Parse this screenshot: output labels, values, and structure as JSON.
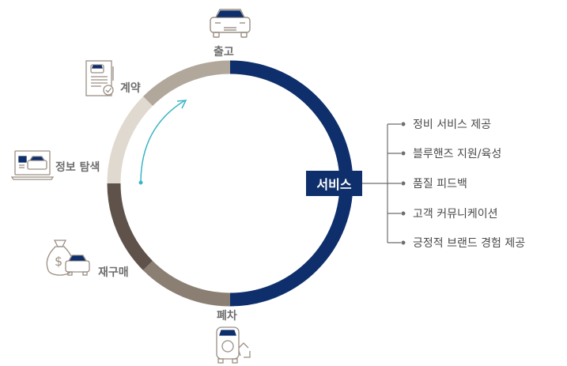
{
  "colors": {
    "navy": "#0e2f6b",
    "seg_left_top": "#b1a79b",
    "seg_left_mid": "#e0d9d0",
    "seg_left_low": "#5f524b",
    "seg_left_bottom": "#8b7f73",
    "text_gray": "#6e6e6e",
    "teal_arrow": "#3bb5c4",
    "icon_stroke": "#9a8f84"
  },
  "stages": {
    "top": "출고",
    "contract": "계약",
    "info_search": "정보 탐색",
    "repurchase": "재구매",
    "scrap": "폐차"
  },
  "center": {
    "service": "서비스"
  },
  "service_items": [
    "정비 서비스 제공",
    "블루핸즈 지원/육성",
    "품질 피드백",
    "고객 커뮤니케이션",
    "긍정적 브랜드 경험 제공"
  ],
  "icons": {
    "top": "car-front-icon",
    "contract": "contract-document-icon",
    "info_search": "laptop-car-icon",
    "repurchase": "money-bag-car-icon",
    "scrap": "recycle-car-icon"
  }
}
